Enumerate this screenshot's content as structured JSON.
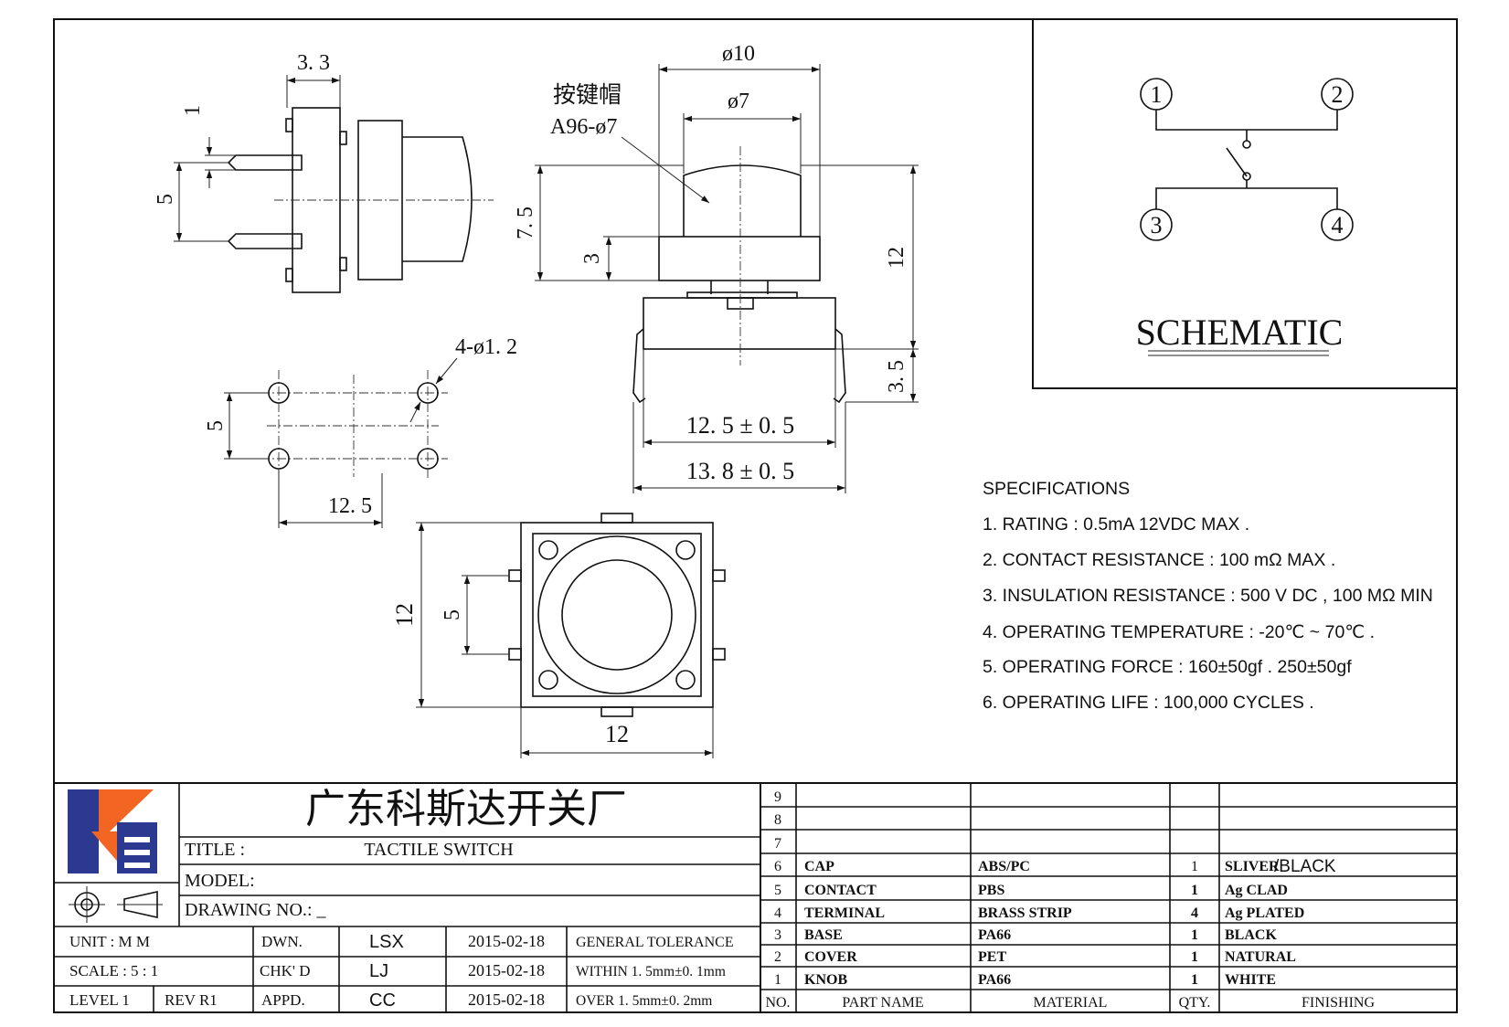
{
  "drawing": {
    "side_view": {
      "width_label": "3. 3",
      "pin_label": "1",
      "pitch_label": "5"
    },
    "cap_callout": {
      "name_cn": "按键帽",
      "code": "A96-ø7"
    },
    "front_view": {
      "cap_dia_outer": "ø10",
      "cap_dia_inner": "ø7",
      "cap_height": "7. 5",
      "base_height": "3",
      "total_height": "12",
      "pin_height": "3. 5",
      "width_inner": "12. 5 ± 0. 5",
      "width_outer": "13. 8 ± 0. 5"
    },
    "hole_pattern": {
      "holes_label": "4-ø1. 2",
      "pitch_v": "5",
      "pitch_h": "12. 5"
    },
    "top_view": {
      "height": "12",
      "pitch": "5",
      "width": "12"
    }
  },
  "schematic": {
    "title": "SCHEMATIC",
    "pins": [
      "1",
      "2",
      "3",
      "4"
    ]
  },
  "specifications": {
    "heading": "SPECIFICATIONS",
    "items": [
      "1. RATING : 0.5mA 12VDC MAX .",
      "2. CONTACT RESISTANCE : 100 mΩ MAX .",
      "3. INSULATION RESISTANCE : 500 V DC , 100 MΩ MIN",
      "4. OPERATING TEMPERATURE : -20℃ ~ 70℃ .",
      "5. OPERATING FORCE : 160±50gf . 250±50gf",
      "6. OPERATING LIFE : 100,000 CYCLES ."
    ]
  },
  "title_block": {
    "company": "广东科斯达开关厂",
    "title_label": "TITLE :",
    "title_value": "TACTILE SWITCH",
    "model_label": "MODEL:",
    "drawing_no_label": "DRAWING NO.",
    "drawing_no_value": ": _",
    "rows": [
      {
        "c1": "UNIT    :    M M",
        "c2": "DWN.",
        "c3": "LSX",
        "c4": "2015-02-18",
        "c5": "GENERAL  TOLERANCE"
      },
      {
        "c1": "SCALE   :   5 : 1",
        "c2": "CHK' D",
        "c3": "LJ",
        "c4": "2015-02-18",
        "c5": "WITHIN 1. 5mm±0. 1mm"
      },
      {
        "c1": "LEVEL  1",
        "c1b": "REV   R1",
        "c2": "APPD.",
        "c3": "CC",
        "c4": "2015-02-18",
        "c5": "OVER    1. 5mm±0. 2mm"
      }
    ],
    "bom_header": {
      "no": "NO.",
      "part": "PART   NAME",
      "material": "MATERIAL",
      "qty": "QTY.",
      "finishing": "FINISHING"
    },
    "bom": [
      {
        "no": "9",
        "part": "",
        "material": "",
        "qty": "",
        "finishing": ""
      },
      {
        "no": "8",
        "part": "",
        "material": "",
        "qty": "",
        "finishing": ""
      },
      {
        "no": "7",
        "part": "",
        "material": "",
        "qty": "",
        "finishing": ""
      },
      {
        "no": "6",
        "part": "CAP",
        "material": "ABS/PC",
        "qty": "1",
        "finishing": "SLIVER",
        "finishing2": " /BLACK"
      },
      {
        "no": "5",
        "part": "CONTACT",
        "material": "PBS",
        "qty": "1",
        "finishing": "Ag  CLAD"
      },
      {
        "no": "4",
        "part": "TERMINAL",
        "material": "BRASS  STRIP",
        "qty": "4",
        "finishing": "Ag  PLATED"
      },
      {
        "no": "3",
        "part": "BASE",
        "material": "PA66",
        "qty": "1",
        "finishing": "BLACK"
      },
      {
        "no": "2",
        "part": "COVER",
        "material": "PET",
        "qty": "1",
        "finishing": "NATURAL"
      },
      {
        "no": "1",
        "part": "KNOB",
        "material": "PA66",
        "qty": "1",
        "finishing": "WHITE"
      }
    ]
  },
  "colors": {
    "logo_blue": "#2b3990",
    "logo_orange": "#f26522"
  }
}
